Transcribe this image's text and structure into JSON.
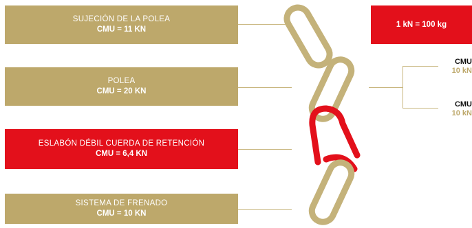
{
  "components": [
    {
      "name": "SUJECIÓN DE LA POLEA",
      "cmu": "CMU = 11 KN"
    },
    {
      "name": "POLEA",
      "cmu": "CMU = 20 KN"
    },
    {
      "name": "ESLABÓN DÉBIL CUERDA DE RETENCIÓN",
      "cmu": "CMU = 6,4 KN"
    },
    {
      "name": "SISTEMA DE FRENADO",
      "cmu": "CMU = 10 KN"
    }
  ],
  "conversion": "1 kN = 100 kg",
  "branches": [
    {
      "label": "CMU",
      "value": "10 kN"
    },
    {
      "label": "CMU",
      "value": "10 kN"
    }
  ],
  "colors": {
    "gold": "#bda86b",
    "red": "#e3101b"
  }
}
